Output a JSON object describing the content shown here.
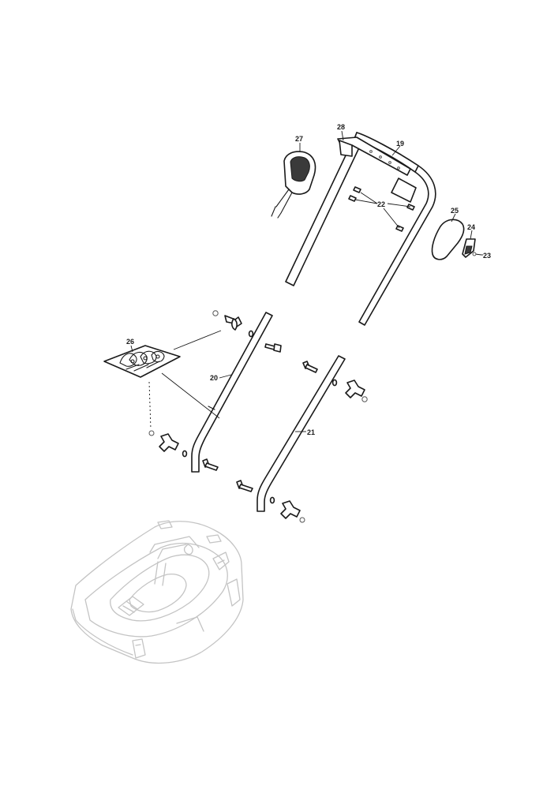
{
  "callouts": [
    {
      "id": "c27",
      "label": "27"
    },
    {
      "id": "c28",
      "label": "28"
    },
    {
      "id": "c19",
      "label": "19"
    },
    {
      "id": "c22",
      "label": "22"
    },
    {
      "id": "c25",
      "label": "25"
    },
    {
      "id": "c24",
      "label": "24"
    },
    {
      "id": "c23",
      "label": "23"
    },
    {
      "id": "c26",
      "label": "26"
    },
    {
      "id": "c20",
      "label": "20"
    },
    {
      "id": "c21",
      "label": "21"
    }
  ],
  "colors": {
    "line": "#1a1a1a",
    "ghost": "#c4c4c4",
    "background": "#ffffff"
  }
}
